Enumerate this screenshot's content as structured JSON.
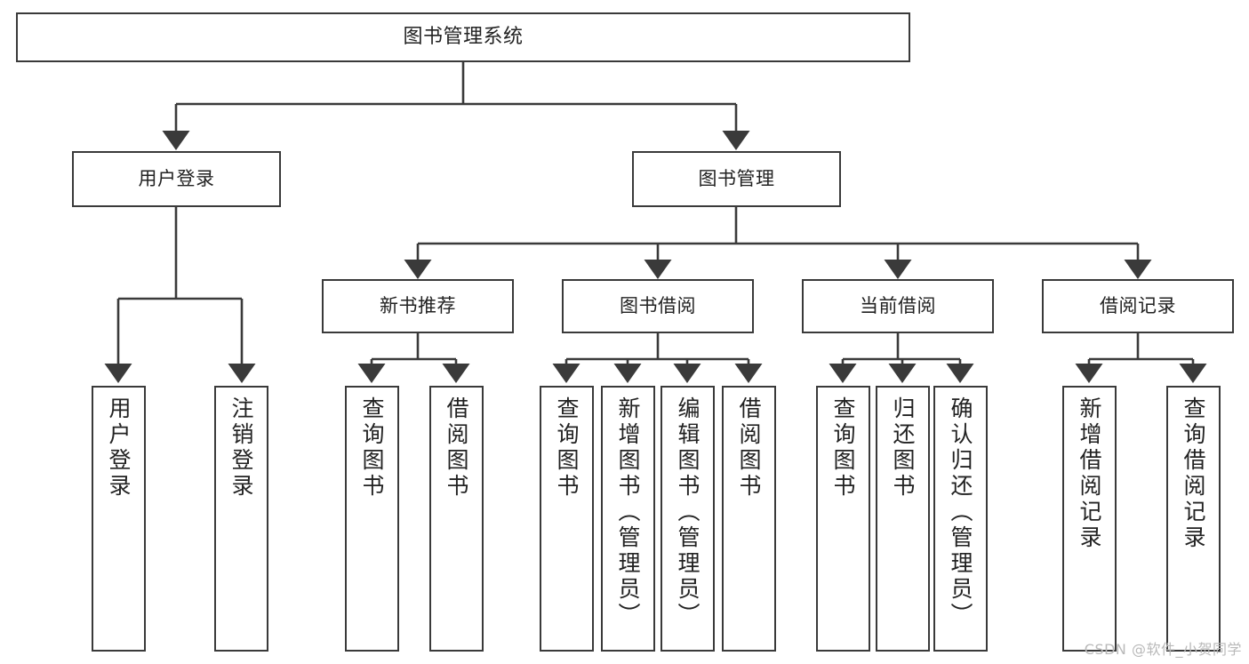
{
  "diagram": {
    "title": "图书管理系统",
    "type": "tree",
    "watermark": "CSDN @软件_小贺同学",
    "colors": {
      "box_border": "#3a3a3a",
      "box_fill": "#ffffff",
      "edge": "#3a3a3a",
      "text": "#222222",
      "watermark": "#b9b9b9",
      "background": "#ffffff"
    },
    "levels": {
      "root": {
        "label": "图书管理系统"
      },
      "level2": [
        {
          "id": "user-login",
          "label": "用户登录"
        },
        {
          "id": "book-manage",
          "label": "图书管理"
        }
      ],
      "level3": [
        {
          "id": "new-book-recommend",
          "label": "新书推荐",
          "parent": "book-manage"
        },
        {
          "id": "book-borrow",
          "label": "图书借阅",
          "parent": "book-manage"
        },
        {
          "id": "current-borrow",
          "label": "当前借阅",
          "parent": "book-manage"
        },
        {
          "id": "borrow-record",
          "label": "借阅记录",
          "parent": "book-manage"
        }
      ],
      "leaves": [
        {
          "id": "leaf-user-login",
          "label": "用户登录",
          "parent": "user-login"
        },
        {
          "id": "leaf-user-logout",
          "label": "注销登录",
          "parent": "user-login"
        },
        {
          "id": "leaf-query-book-1",
          "label": "查询图书",
          "parent": "new-book-recommend"
        },
        {
          "id": "leaf-borrow-book-1",
          "label": "借阅图书",
          "parent": "new-book-recommend"
        },
        {
          "id": "leaf-query-book-2",
          "label": "查询图书",
          "parent": "book-borrow"
        },
        {
          "id": "leaf-add-book",
          "label": "新增图书（管理员）",
          "parent": "book-borrow"
        },
        {
          "id": "leaf-edit-book",
          "label": "编辑图书（管理员）",
          "parent": "book-borrow"
        },
        {
          "id": "leaf-borrow-book-2",
          "label": "借阅图书",
          "parent": "book-borrow"
        },
        {
          "id": "leaf-query-book-3",
          "label": "查询图书",
          "parent": "current-borrow"
        },
        {
          "id": "leaf-return-book",
          "label": "归还图书",
          "parent": "current-borrow"
        },
        {
          "id": "leaf-confirm-return",
          "label": "确认归还（管理员）",
          "parent": "current-borrow"
        },
        {
          "id": "leaf-add-record",
          "label": "新增借阅记录",
          "parent": "borrow-record"
        },
        {
          "id": "leaf-query-record",
          "label": "查询借阅记录",
          "parent": "borrow-record"
        }
      ]
    }
  }
}
